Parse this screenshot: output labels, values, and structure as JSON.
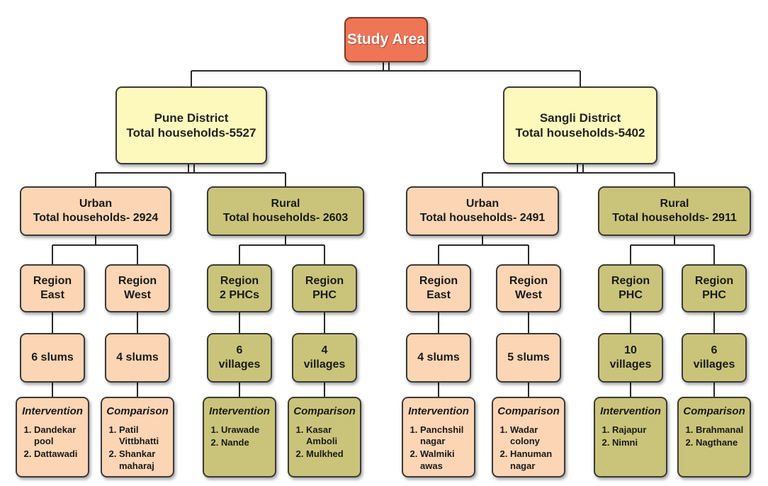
{
  "root": {
    "label": "Study Area"
  },
  "districts": [
    {
      "name": "Pune District",
      "households": "Total households-5527",
      "areas": [
        {
          "type": "urban",
          "name": "Urban",
          "households": "Total households- 2924",
          "regions": [
            {
              "region": [
                "Region",
                "East"
              ],
              "units": [
                "6 slums"
              ],
              "group": "Intervention",
              "sites": [
                "Dandekar pool",
                "Dattawadi"
              ]
            },
            {
              "region": [
                "Region",
                "West"
              ],
              "units": [
                "4 slums"
              ],
              "group": "Comparison",
              "sites": [
                "Patil Vittbhatti",
                "Shankar maharaj"
              ]
            }
          ]
        },
        {
          "type": "rural",
          "name": "Rural",
          "households": "Total households- 2603",
          "regions": [
            {
              "region": [
                "Region",
                "2 PHCs"
              ],
              "units": [
                "6",
                "villages"
              ],
              "group": "Intervention",
              "sites": [
                "Urawade",
                "Nande"
              ]
            },
            {
              "region": [
                "Region",
                "PHC"
              ],
              "units": [
                "4",
                "villages"
              ],
              "group": "Comparison",
              "sites": [
                "Kasar Amboli",
                "Mulkhed"
              ]
            }
          ]
        }
      ]
    },
    {
      "name": "Sangli District",
      "households": "Total households-5402",
      "areas": [
        {
          "type": "urban",
          "name": "Urban",
          "households": "Total households- 2491",
          "regions": [
            {
              "region": [
                "Region",
                "East"
              ],
              "units": [
                "4 slums"
              ],
              "group": "Intervention",
              "sites": [
                "Panchshil nagar",
                "Walmiki awas"
              ]
            },
            {
              "region": [
                "Region",
                "West"
              ],
              "units": [
                "5 slums"
              ],
              "group": "Comparison",
              "sites": [
                "Wadar colony",
                "Hanuman nagar"
              ]
            }
          ]
        },
        {
          "type": "rural",
          "name": "Rural",
          "households": "Total households- 2911",
          "regions": [
            {
              "region": [
                "Region",
                "PHC"
              ],
              "units": [
                "10",
                "villages"
              ],
              "group": "Intervention",
              "sites": [
                "Rajapur",
                "Nimni"
              ]
            },
            {
              "region": [
                "Region",
                "PHC"
              ],
              "units": [
                "6",
                "villages"
              ],
              "group": "Comparison",
              "sites": [
                "Brahmanal",
                "Nagthane"
              ]
            }
          ]
        }
      ]
    }
  ]
}
